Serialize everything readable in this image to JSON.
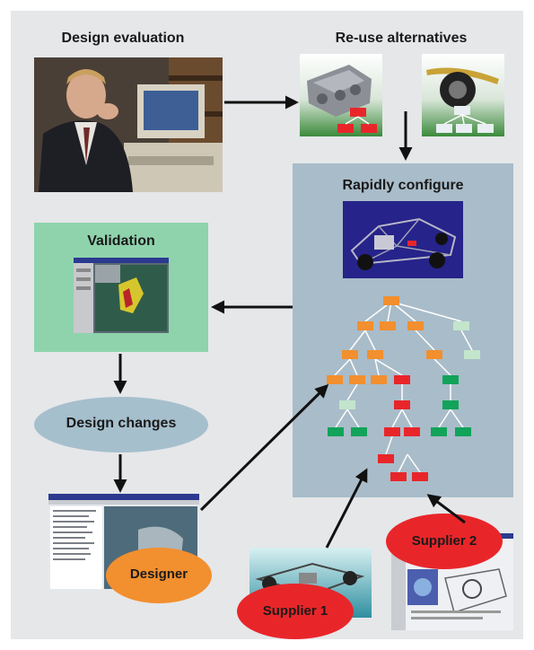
{
  "labels": {
    "design_evaluation": "Design evaluation",
    "reuse_alternatives": "Re-use alternatives",
    "rapidly_configure": "Rapidly configure",
    "validation": "Validation",
    "design_changes": "Design changes",
    "designer": "Designer",
    "supplier_1": "Supplier 1",
    "supplier_2": "Supplier 2"
  },
  "colors": {
    "frame_background": "#e5e7e9",
    "configure_panel": "#a9bcc9",
    "validation_panel": "#8fd3ad",
    "design_changes_ellipse": "#a6bfcd",
    "designer_ellipse": "#f28f2e",
    "supplier_ellipse": "#e8262a",
    "tree_orange": "#f28f2e",
    "tree_red": "#e8262a",
    "tree_green": "#12a35a",
    "tree_light_green": "#c3e5cc",
    "tree_white": "#e9eef2"
  },
  "icons": {
    "design_evaluation": "engineer-at-workstation-photo",
    "reuse_engine": "engine-block-part-image",
    "reuse_wheel": "wheel-suspension-part-image",
    "rapidly_configure": "car-chassis-render-image",
    "validation": "cad-validation-screenshot",
    "designer": "designer-software-screenshot",
    "supplier_1": "chassis-frame-image",
    "supplier_2": "supplier-software-screenshot"
  }
}
